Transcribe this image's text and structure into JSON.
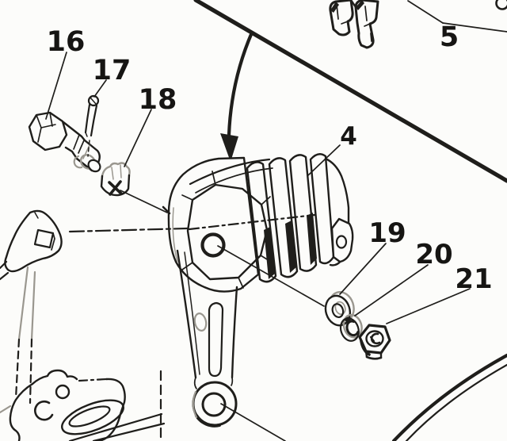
{
  "diagram": {
    "kind": "exploded-parts-line-drawing",
    "palette": {
      "paper": "#fcfcfa",
      "ink": "#1f1e1b",
      "light_ink": "#9a978f"
    }
  },
  "callouts": [
    {
      "label": "16"
    },
    {
      "label": "17"
    },
    {
      "label": "18"
    },
    {
      "label": "4"
    },
    {
      "label": "5"
    },
    {
      "label": "19"
    },
    {
      "label": "20"
    },
    {
      "label": "21"
    }
  ]
}
